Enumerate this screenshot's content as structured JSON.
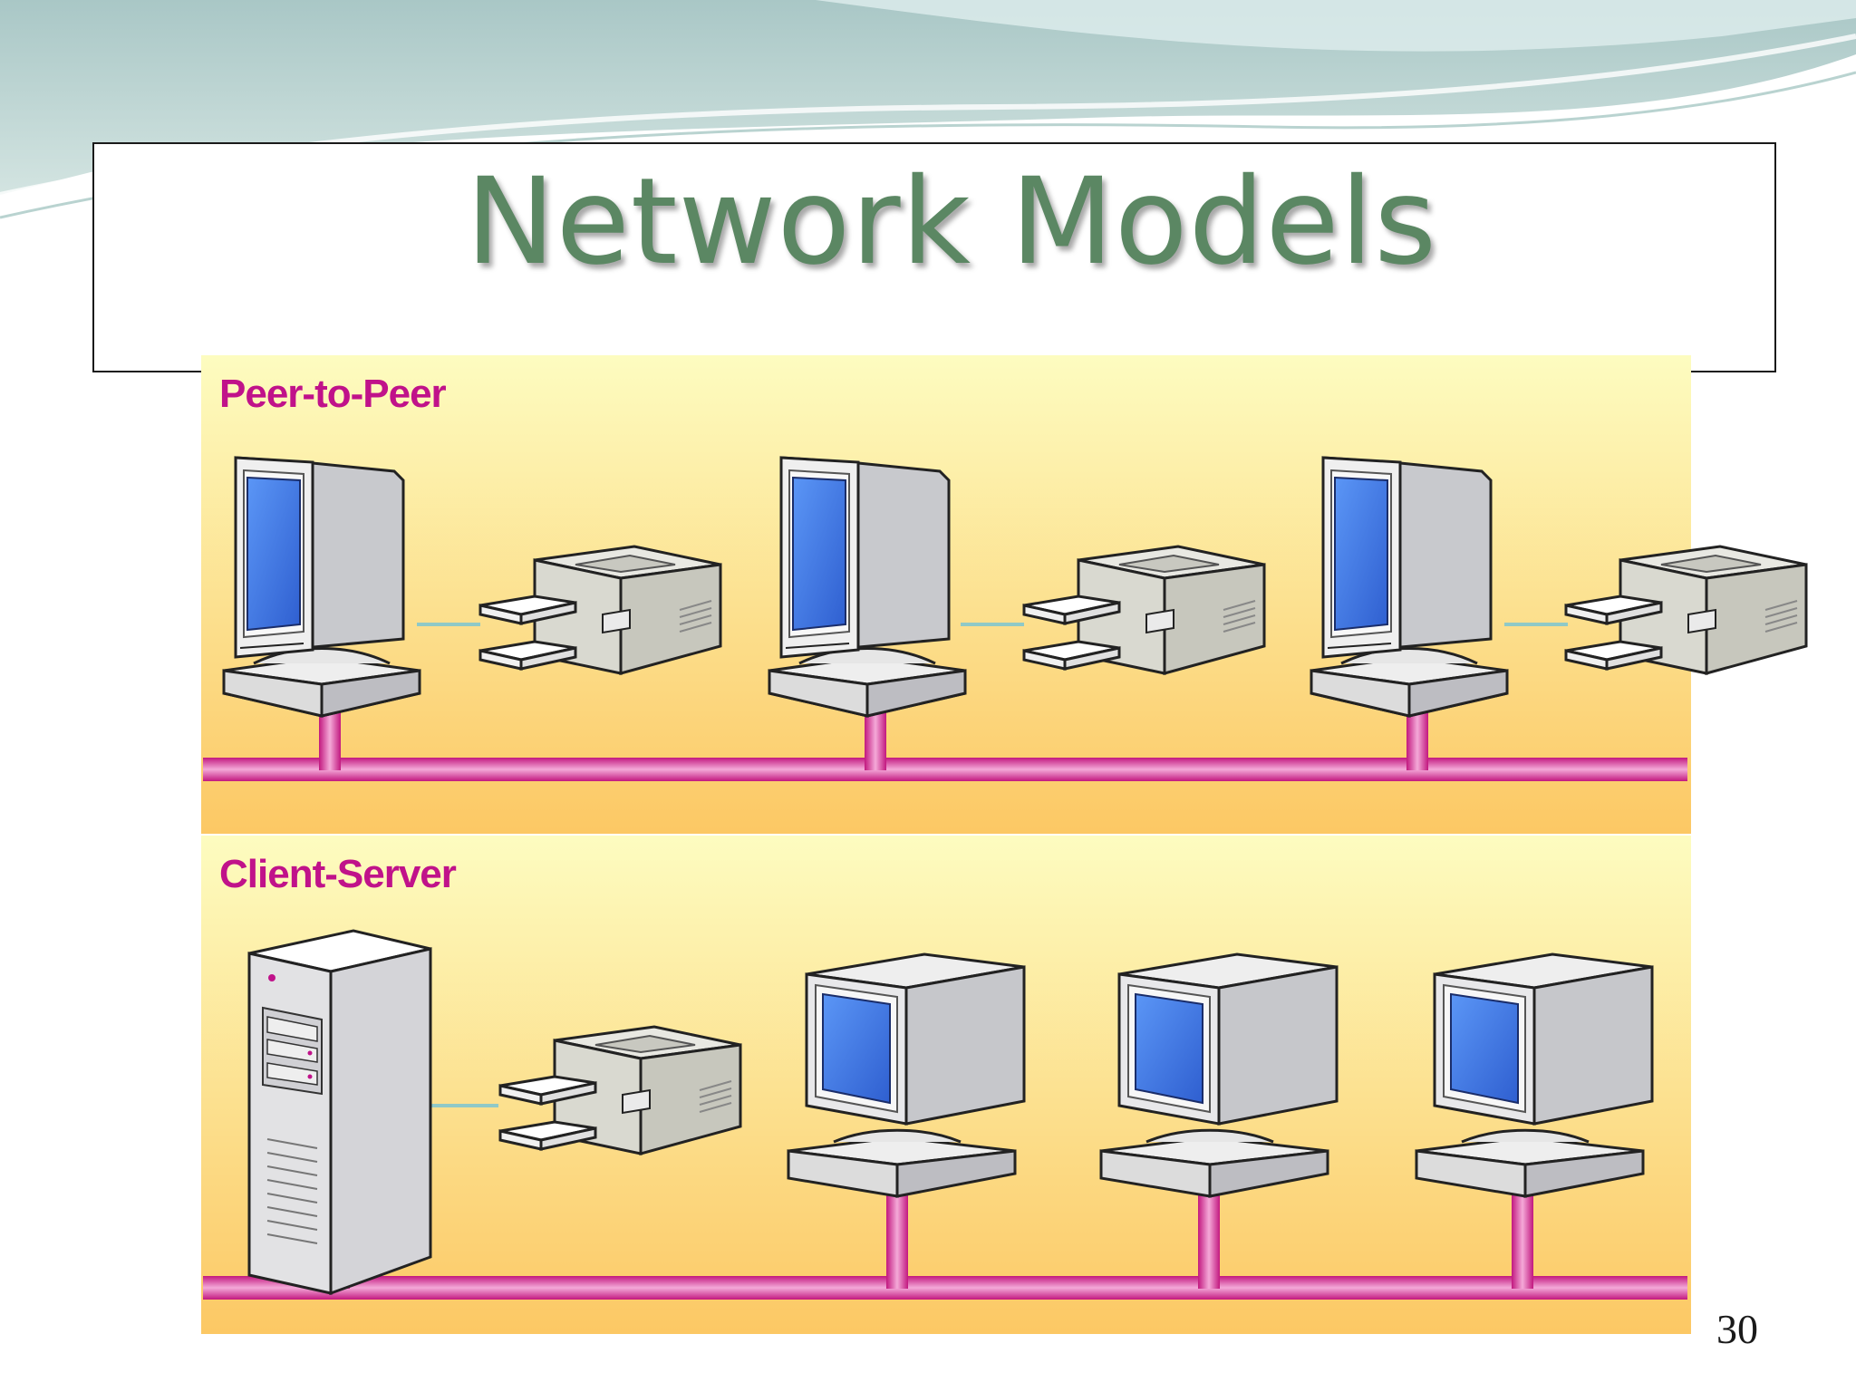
{
  "slide": {
    "title": "Network Models",
    "page_number": "30"
  },
  "panels": {
    "peer_to_peer": {
      "label": "Peer-to-Peer"
    },
    "client_server": {
      "label": "Client-Server"
    }
  },
  "colors": {
    "title_green": "#5b8763",
    "label_magenta": "#c0128a",
    "bus_pink": "#e070b8",
    "panel_yellow_top": "#fdfcc0",
    "panel_orange_bottom": "#fcc864",
    "screen_blue": "#3f79e6"
  }
}
